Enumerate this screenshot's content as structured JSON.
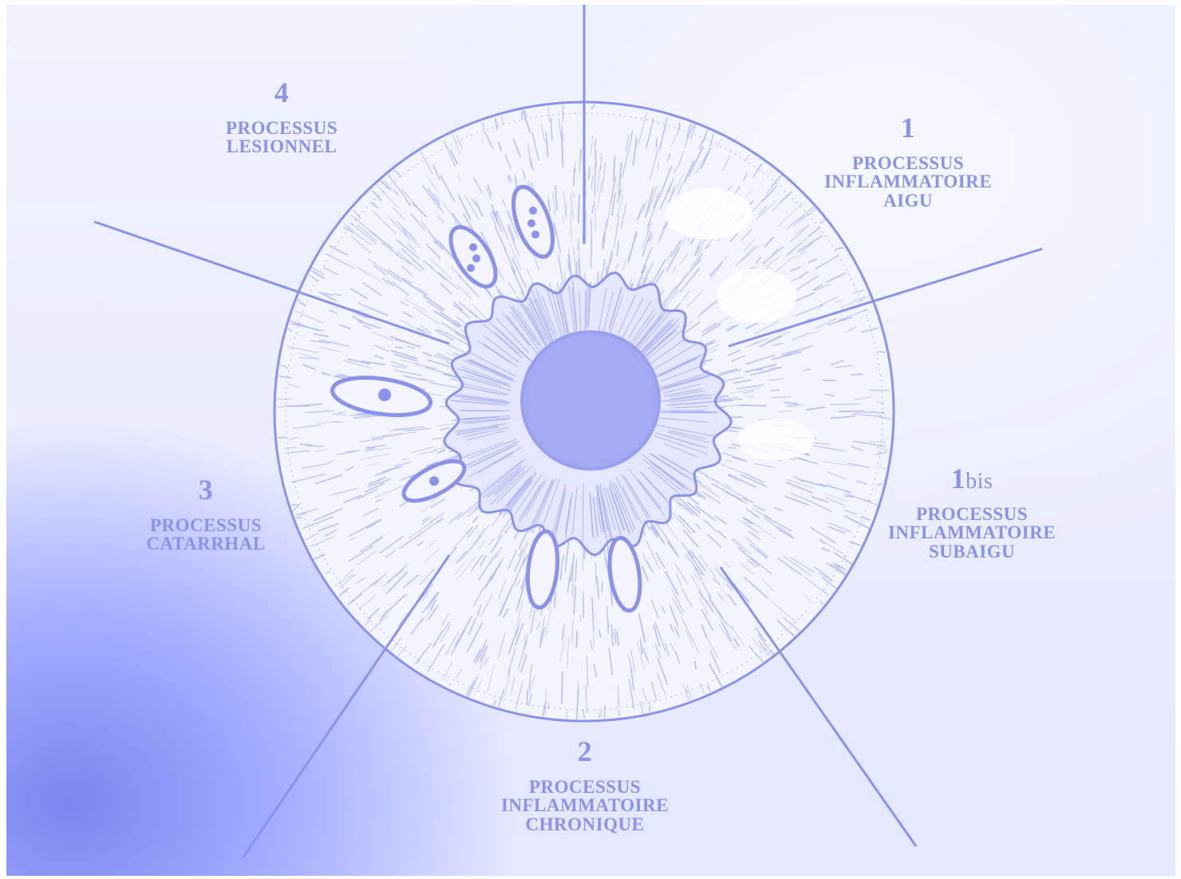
{
  "sectors": [
    {
      "number": "4",
      "suffix": "",
      "lines": [
        "PROCESSUS",
        "LESIONNEL"
      ]
    },
    {
      "number": "1",
      "suffix": "",
      "lines": [
        "PROCESSUS",
        "INFLAMMATOIRE",
        "AIGU"
      ]
    },
    {
      "number": "1",
      "suffix": "bis",
      "lines": [
        "PROCESSUS",
        "INFLAMMATOIRE",
        "SUBAIGU"
      ]
    },
    {
      "number": "2",
      "suffix": "",
      "lines": [
        "PROCESSUS",
        "INFLAMMATOIRE",
        "CHRONIQUE"
      ]
    },
    {
      "number": "3",
      "suffix": "",
      "lines": [
        "PROCESSUS",
        "CATARRHAL"
      ]
    }
  ],
  "colors": {
    "ink": "#8a92ea",
    "paper": "#eef1ff",
    "shadow": "#7a86ee"
  }
}
